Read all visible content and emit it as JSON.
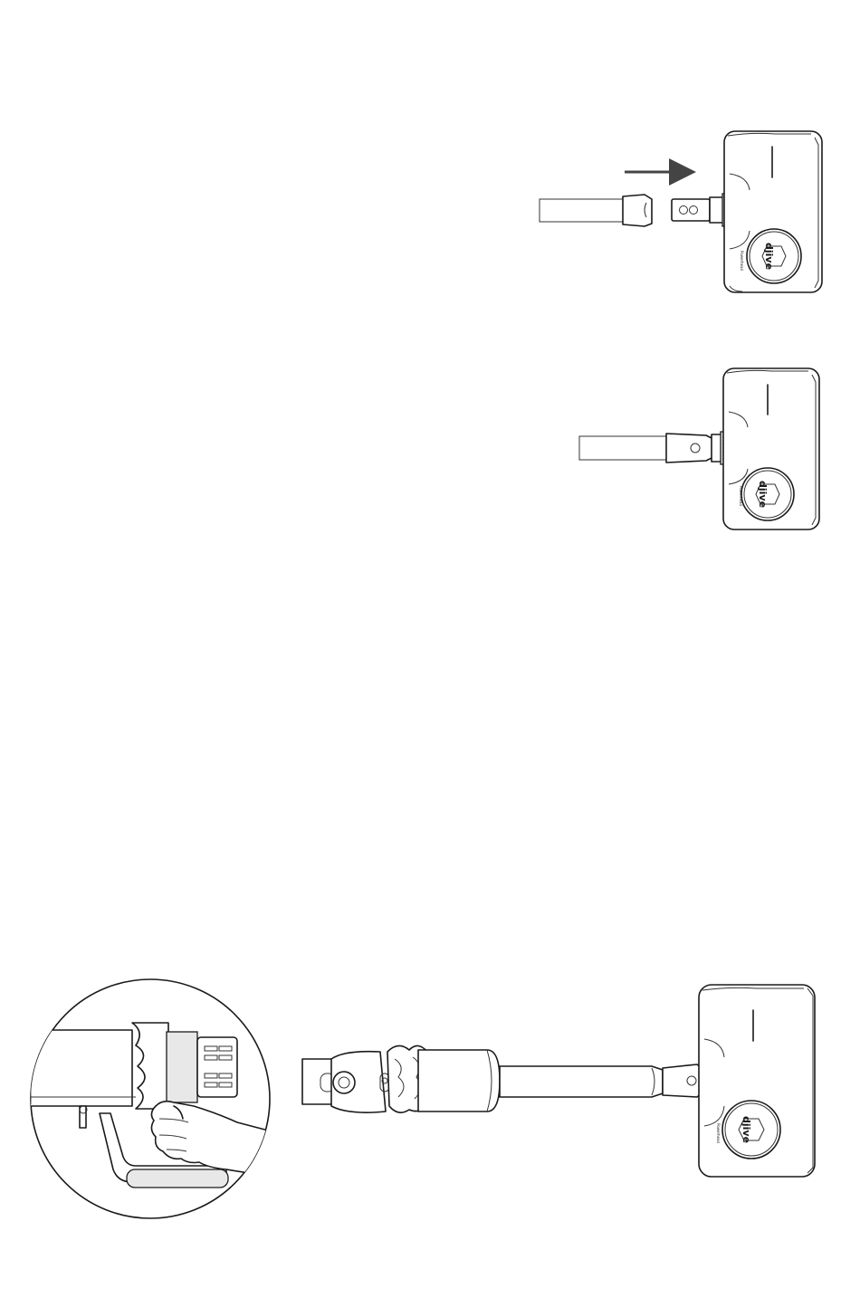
{
  "brand": {
    "logo_text": "djive",
    "head_mark": "Powerhead"
  },
  "colors": {
    "line": "#1a1a1a",
    "arrow": "#444444",
    "background": "#ffffff"
  },
  "steps": [
    {
      "id": "step-1-align-wand",
      "arrow": "arrow-right"
    },
    {
      "id": "step-2-wand-connected"
    },
    {
      "id": "step-3-assembled-vacuum",
      "detail": "zoom-circle-hand-on-trigger"
    }
  ]
}
